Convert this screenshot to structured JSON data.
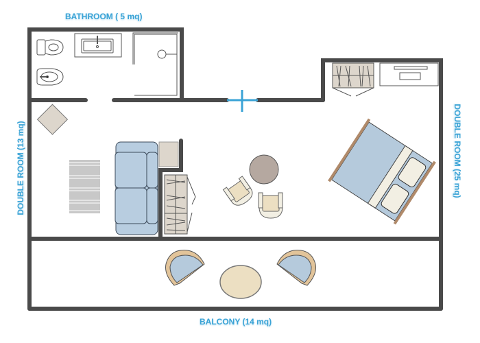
{
  "floorplan": {
    "rooms": [
      {
        "id": "bathroom",
        "label": "BATHROOM  ( 5 mq)"
      },
      {
        "id": "double_room_left",
        "label": "DOUBLE ROOM (13 mq)"
      },
      {
        "id": "double_room_right",
        "label": "DOUBLE ROOM  (25 mq)"
      },
      {
        "id": "balcony",
        "label": "BALCONY (14 mq)"
      }
    ],
    "colors": {
      "wall": "#4a4a4a",
      "label": "#3aa3d6",
      "door_marker": "#3aa3d6",
      "sofa": "#b8cde0",
      "beige": "#ddd6cc",
      "wood": "#b08a6a",
      "cream": "#f0ebd8",
      "table": "#b5a8a0"
    },
    "furniture": [
      "toilet",
      "bidet",
      "sink-vanity",
      "shower",
      "side-table",
      "rug",
      "sofa",
      "nightstand",
      "wardrobe-left",
      "round-table",
      "armchair-1",
      "armchair-2",
      "wardrobe-right",
      "dresser",
      "double-bed",
      "balcony-chair-left",
      "balcony-oval-table",
      "balcony-chair-right"
    ]
  }
}
